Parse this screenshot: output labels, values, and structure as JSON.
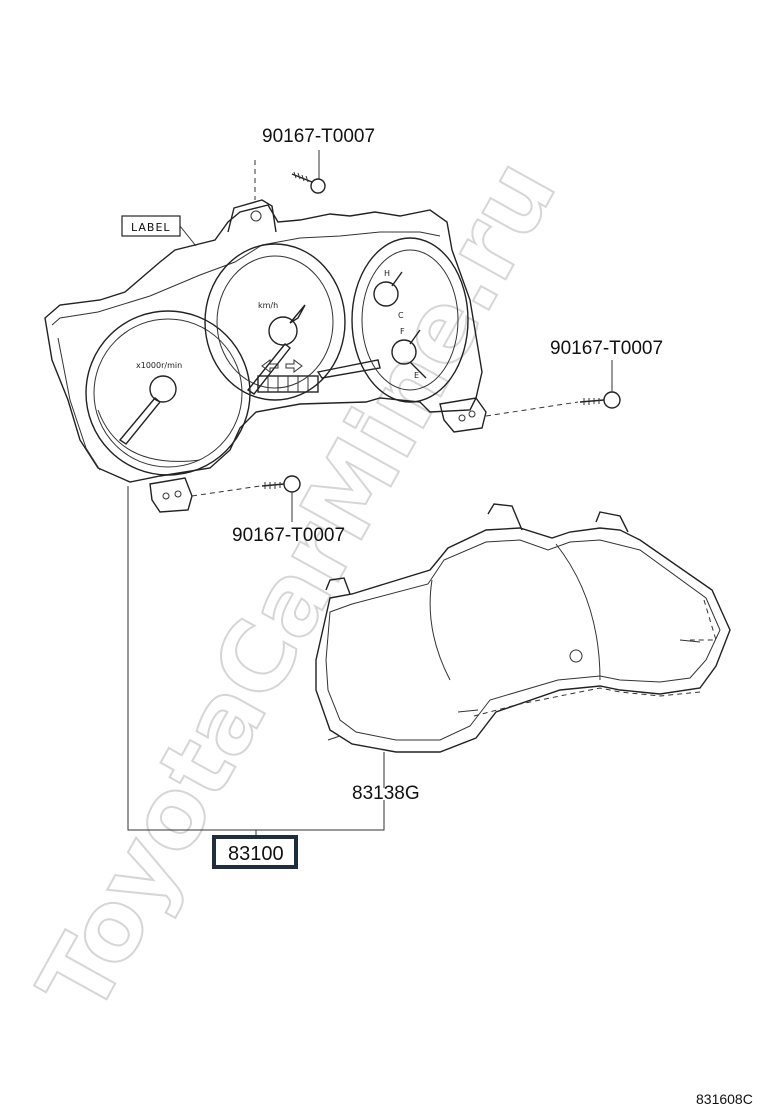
{
  "labels": {
    "screw_top": "90167-T0007",
    "screw_right": "90167-T0007",
    "screw_bottom": "90167-T0007",
    "label_tag": "LABEL",
    "lens_part": "83138G",
    "assembly_part": "83100",
    "figure_code": "831608C"
  },
  "dial_text": {
    "tachometer_unit": "x1000r/min",
    "speedometer_unit": "km/h",
    "temp_high": "H",
    "temp_low": "C",
    "fuel_full": "F",
    "fuel_empty": "E"
  },
  "watermark": "ToyotaCarMine.ru"
}
